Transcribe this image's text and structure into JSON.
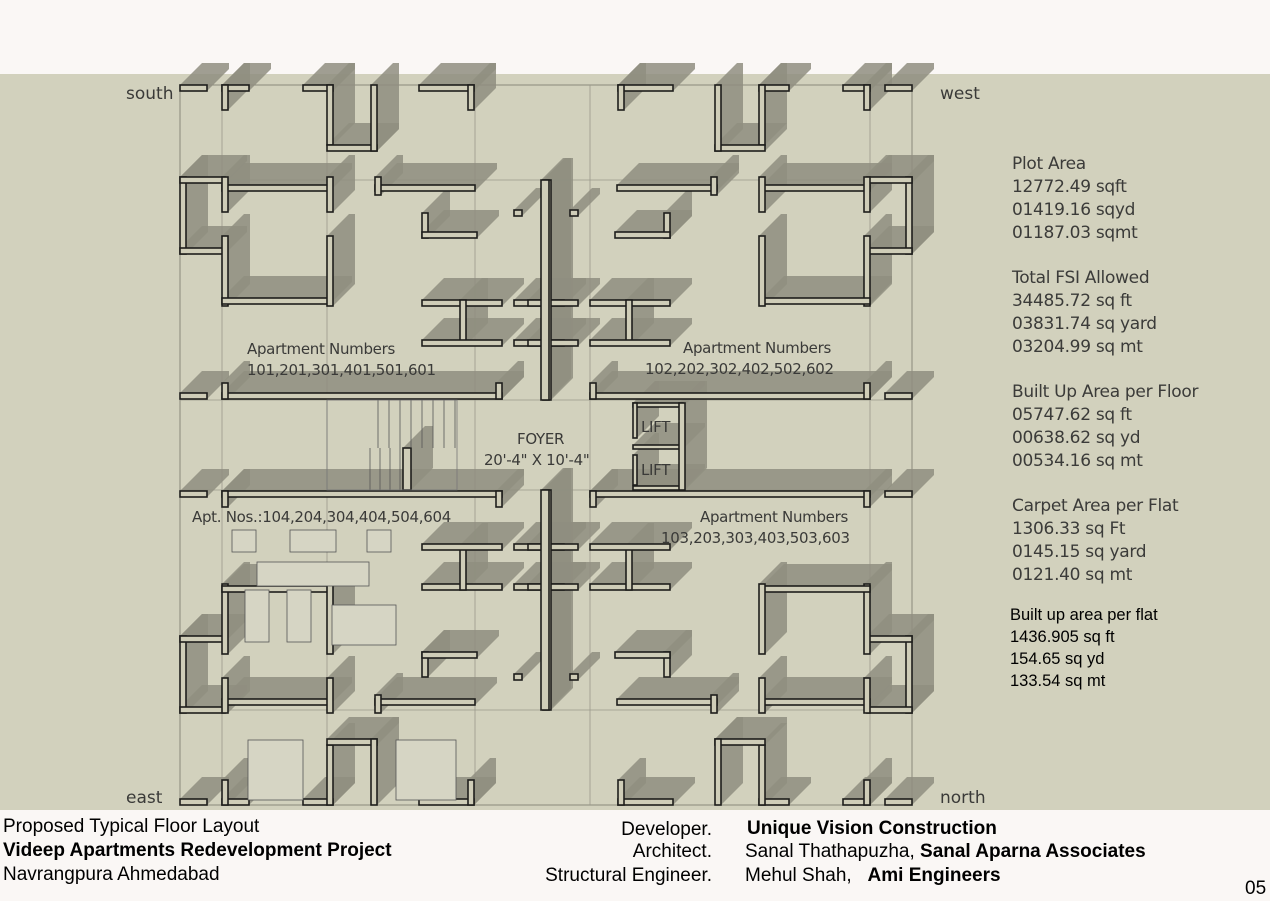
{
  "compass": {
    "south": "south",
    "west": "west",
    "east": "east",
    "north": "north"
  },
  "plan_labels": {
    "apt1_title": "Apartment Numbers",
    "apt1_numbers": "101,201,301,401,501,601",
    "apt2_title": "Apartment Numbers",
    "apt2_numbers": "102,202,302,402,502,602",
    "apt3_title": "Apartment Numbers",
    "apt3_numbers": "103,203,303,403,503,603",
    "apt4_label": "Apt. Nos.:104,204,304,404,504,604",
    "foyer": "FOYER",
    "foyer_size": "20'-4\" X 10'-4\"",
    "lift1": "LIFT",
    "lift2": "LIFT"
  },
  "stats": [
    {
      "title": "Plot Area",
      "values": [
        "12772.49 sqft",
        "01419.16 sqyd",
        "01187.03 sqmt"
      ]
    },
    {
      "title": "Total FSI Allowed",
      "values": [
        "34485.72 sq ft",
        "03831.74 sq yard",
        "03204.99 sq mt"
      ]
    },
    {
      "title": "Built Up Area per Floor",
      "values": [
        "05747.62 sq ft",
        "00638.62 sq yd",
        "00534.16 sq mt"
      ]
    },
    {
      "title": "Carpet Area per Flat",
      "values": [
        "1306.33 sq Ft",
        "0145.15 sq yard",
        "0121.40 sq mt"
      ]
    }
  ],
  "builtup_flat": {
    "title": "Built up area  per flat",
    "values": [
      "1436.905 sq ft",
      "154.65 sq yd",
      "133.54 sq mt"
    ]
  },
  "footer": {
    "layout_title": "Proposed Typical Floor Layout",
    "project": "Videep Apartments Redevelopment Project",
    "location": "Navrangpura Ahmedabad",
    "developer_label": "Developer.",
    "developer": "Unique Vision Construction",
    "architect_label": "Architect.",
    "architect_name": "Sanal Thathapuzha,",
    "architect_firm": "Sanal Aparna Associates",
    "engineer_label": "Structural Engineer.",
    "engineer_name": "Mehul Shah,",
    "engineer_firm": "Ami Engineers",
    "page_number": "05"
  },
  "colors": {
    "plan_bg": "#d2d1bd",
    "wall": "#cfcdb8",
    "shadow": "#8f8e80",
    "page_bg": "#faf7f5"
  }
}
